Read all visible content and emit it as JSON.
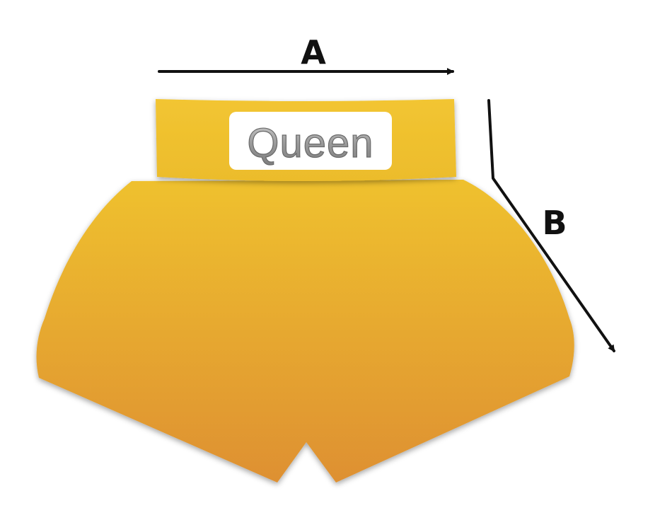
{
  "dimensions": {
    "a": {
      "label": "A"
    },
    "b": {
      "label": "B"
    }
  },
  "waistband": {
    "brand": "Queen"
  },
  "colors": {
    "waistband_top": "#f2c531",
    "waistband_bottom": "#ecbc2c",
    "body_top": "#efc12f",
    "body_bottom": "#de9030",
    "arrow": "#111111",
    "label_box": "#ffffff"
  }
}
